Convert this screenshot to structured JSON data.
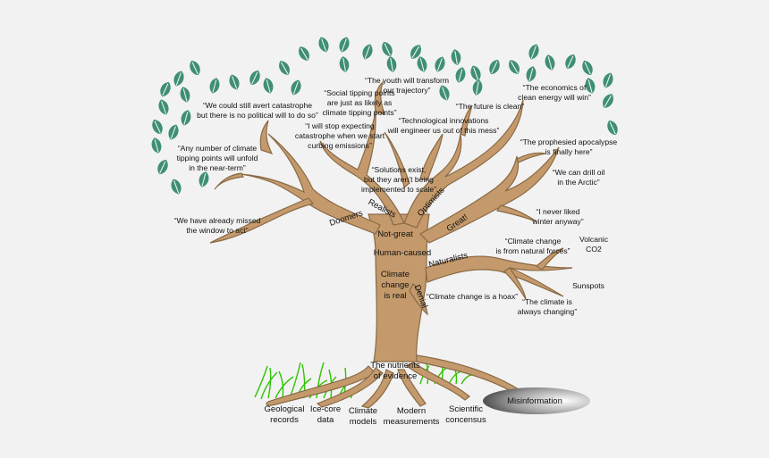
{
  "colors": {
    "trunk": "#c49a6c",
    "trunk_edge": "#8a6a45",
    "leaf": "#3f8f72",
    "grass": "#33cc00",
    "misinfo_dark": "#2a2a2a"
  },
  "trunk_labels": {
    "not_great": "Not-great",
    "human_caused": "Human-caused",
    "real": [
      "Climate",
      "change",
      "is real"
    ],
    "nutrients": [
      "The nutrients",
      "of evidence"
    ]
  },
  "branches": {
    "doomers": "Doomers",
    "realists": "Realists",
    "optimists": "Optimists",
    "great": "Great!",
    "naturalists": "Naturalists",
    "denial": "Denial"
  },
  "quotes": {
    "avert": [
      "“We could still avert catastrophe",
      "but there is no political will to do so”"
    ],
    "social": [
      "“Social tipping points",
      "are just as likely as",
      "climate tipping points”"
    ],
    "youth": [
      "“The youth will transform",
      "our trajectory”"
    ],
    "clean": "“The future is clean”",
    "economics": [
      "“The economics of",
      "clean energy will win”"
    ],
    "stop": [
      "“I will stop expecting",
      "catastrophe when we start",
      "curbing emissions”"
    ],
    "tech": [
      "“Technological innovations",
      "will engineer us out of this mess”"
    ],
    "prophesied": [
      "“The prophesied apocalypse",
      "is finally here”"
    ],
    "any_number": [
      "“Any number of climate",
      "tipping points will unfold",
      "in the near-term”"
    ],
    "solutions": [
      "“Solutions exist,",
      "but they aren’t being",
      "implemented to scale”"
    ],
    "drill": [
      "“We can drill oil",
      "in the Arctic”"
    ],
    "missed": [
      "“We have already missed",
      "the window to act”"
    ],
    "winter": [
      "“I never liked",
      "winter anyway”"
    ],
    "natural": [
      "“Climate change",
      "is from natural forces”"
    ],
    "volcanic": [
      "Volcanic",
      "CO2"
    ],
    "sunspots": "Sunspots",
    "hoax": "“Climate change is a hoax”",
    "changing": [
      "“The climate is",
      "always changing”"
    ]
  },
  "roots": {
    "geological": [
      "Geological",
      "records"
    ],
    "icecore": [
      "Ice-core",
      "data"
    ],
    "models": [
      "Climate",
      "models"
    ],
    "modern": [
      "Modern",
      "measurements"
    ],
    "scientific": [
      "Scientific",
      "concensus"
    ],
    "misinformation": "Misinformation"
  }
}
